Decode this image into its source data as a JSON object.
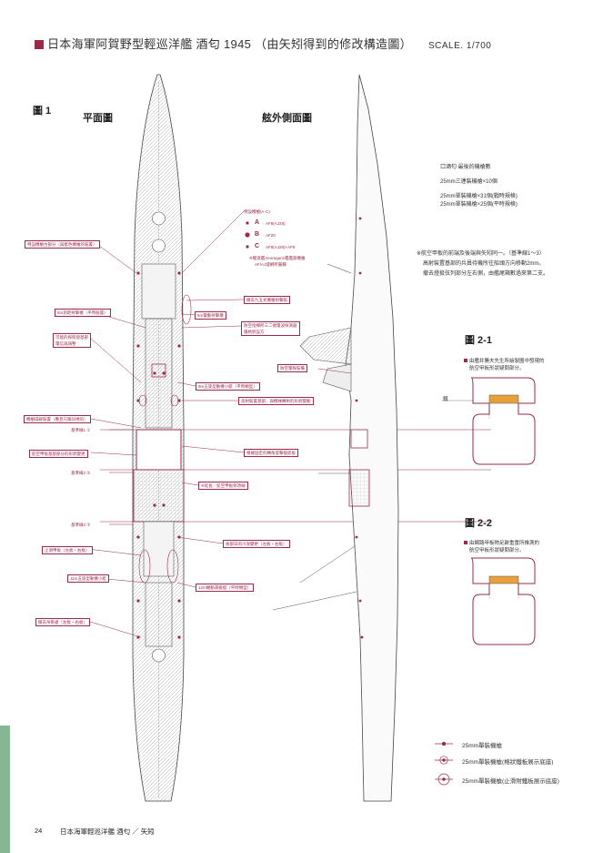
{
  "title": "日本海軍阿賀野型輕巡洋艦 酒匂 1945 （由矢矧得到的修改構造圖）",
  "scale": "SCALE. 1/700",
  "figure1": "圖 1",
  "plan_view": "平面圖",
  "profile_view": "舷外側面圖",
  "fig21": "圖 2-1",
  "fig22": "圖 2-2",
  "notes": {
    "line1": "口酒匂 最後的機槍數",
    "line2": "25mm三連裝機槍×10個",
    "line3a": "25mm單裝機槍×31個(戰時規格)",
    "line3b": "25mm單裝機槍×25個(平時規格)",
    "remark1": "※航空甲板的前端及後端與矢矧同一。（基準線1～3）",
    "remark2": "高射裝置基部的兵員待機所往船頭方向移動2mm。",
    "remark3": "撤去燈扱弦列部分左右側，由艦尾箱數過來第二支。"
  },
  "fig21_caption": [
    "由艦井勝夫先生所繪製圖中發現的",
    "航空甲板形狀疑問部分。"
  ],
  "fig22_caption": [
    "由網路甲板物足跡重置所推測的",
    "航空甲板形狀疑問部分。"
  ],
  "fig21_side_label": "鐵",
  "legend": [
    {
      "label": "25mm單裝機槍"
    },
    {
      "label": "25mm單裝機槍(格狀鐵板展示底座)"
    },
    {
      "label": "25mm單裝機槍(止滑附鐵板展示底座)"
    }
  ],
  "mini_legend": {
    "head": "特設機槍(A·C)",
    "a": "A",
    "a_text": "AF8(AJ28)",
    "b": "B",
    "b_text": "AF20",
    "c": "C",
    "c_text": "AF8(AJ28)+AF8",
    "note": [
      "※驅逐艦Aeoregunz艦艦部機槍",
      "AF/AJ濾網所屬欄"
    ]
  },
  "annotations_left": [
    "特設機槍台部分（與藍色機槍的裝置）",
    "5m測距射擊儀（平時裝置）",
    "可能的探照燈基部\n電信再調整",
    "機槍操縱裝置（應且只跟同視的）",
    "航空甲板基部部分的形狀變更",
    "止滑甲板（左板・右板）",
    "11m五旋型動機小艇",
    "撤去吊掛處（左板・右板）"
  ],
  "annotations_baseline": [
    "基準線1 ①",
    "基準線2 ②",
    "基準線3 ③"
  ],
  "annotations_right": [
    "撤去九五式機槍射擊裝",
    "5m電動射擊儀",
    "防空指揮所三二號電波探測器\n鐵格狀設方",
    "9m五旋型動機小艇（平時類型）",
    "高射裝置基部，與機械轉射的形狀變動",
    "根據固定的轉角發擊換底板",
    "※延長／航空甲板修改線",
    "後部日的冷攻變更（左板・右板）",
    "12m機動運搬艇（平時類型）",
    "防空電探裝備"
  ],
  "footer": {
    "page": "24",
    "text": "日本海軍輕巡洋艦 酒匂 ／ 矢矧"
  },
  "colors": {
    "accent": "#9b2a4a",
    "ink": "#333333",
    "green": "#86b694",
    "highlight": "#e8a13a"
  }
}
